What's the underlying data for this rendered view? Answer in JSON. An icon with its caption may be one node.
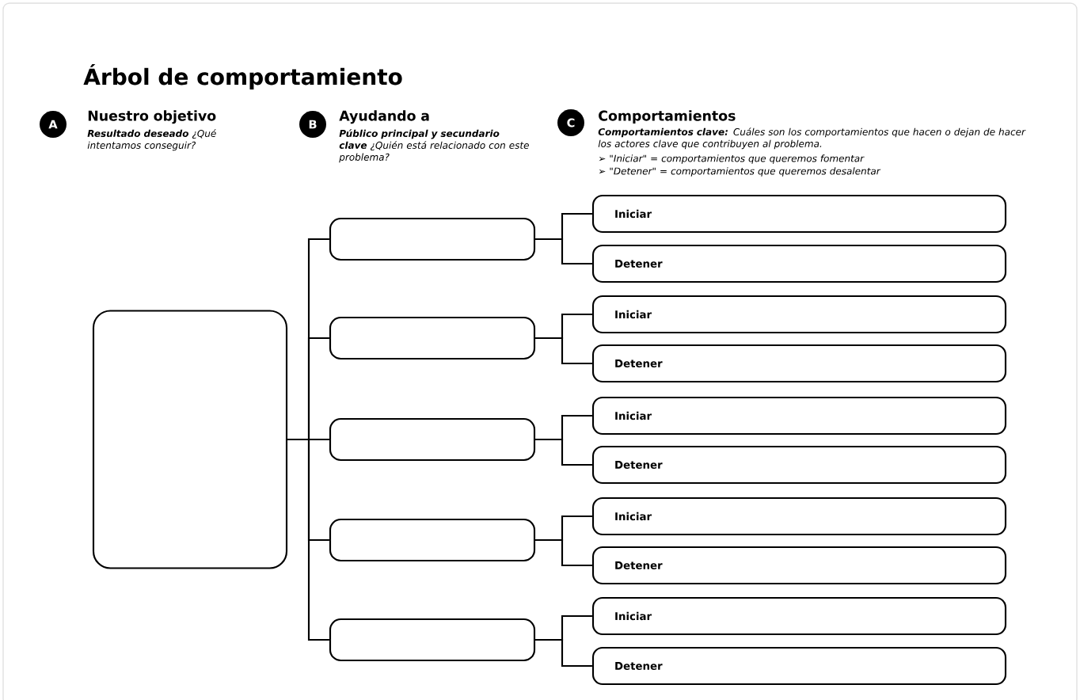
{
  "diagram": {
    "title": "Árbol de comportamiento",
    "nodes": [
      {
        "text": [
          "A"
        ],
        "beside": [
          "Nuestro objetivo",
          "**Resultado deseado** ¿Qué intentamos conseguir?"
        ]
      },
      {
        "text": [
          "B"
        ],
        "beside": [
          "Ayudando a",
          "**Público principal y secundario clave** ¿Quién está relacionado con este problema?"
        ]
      },
      {
        "text": [
          "C"
        ],
        "beside": [
          "Comportamientos",
          "**Comportamientos clave:** Cuáles son los comportamientos que hacen o dejan de hacer los actores clave que contribuyen al problema.",
          "➢ \"Iniciar\" = comportamientos que queremos fomentar",
          "➢ \"Detener\" = comportamientos que queremos desalentar"
        ]
      },
      {
        "text": [],
        "shape": "box"
      },
      {
        "text": [],
        "shape": "box"
      },
      {
        "text": [],
        "shape": "box"
      },
      {
        "text": [],
        "shape": "box"
      },
      {
        "text": [],
        "shape": "box"
      },
      {
        "text": [],
        "shape": "box"
      },
      {
        "text": [
          "Iniciar"
        ]
      },
      {
        "text": [
          "Detener"
        ]
      },
      {
        "text": [
          "Iniciar"
        ]
      },
      {
        "text": [
          "Detener"
        ]
      },
      {
        "text": [
          "Iniciar"
        ]
      },
      {
        "text": [
          "Detener"
        ]
      },
      {
        "text": [
          "Iniciar"
        ]
      },
      {
        "text": [
          "Detener"
        ]
      },
      {
        "text": [
          "Iniciar"
        ]
      },
      {
        "text": [
          "Detener"
        ]
      }
    ],
    "edges": [
      {
        "from": 3,
        "to": 4,
        "arrow": "none"
      },
      {
        "from": 3,
        "to": 5,
        "arrow": "none"
      },
      {
        "from": 3,
        "to": 6,
        "arrow": "none"
      },
      {
        "from": 3,
        "to": 7,
        "arrow": "none"
      },
      {
        "from": 3,
        "to": 8,
        "arrow": "none"
      },
      {
        "from": 4,
        "to": 9,
        "arrow": "none"
      },
      {
        "from": 4,
        "to": 10,
        "arrow": "none"
      },
      {
        "from": 5,
        "to": 11,
        "arrow": "none"
      },
      {
        "from": 5,
        "to": 12,
        "arrow": "none"
      },
      {
        "from": 6,
        "to": 13,
        "arrow": "none"
      },
      {
        "from": 6,
        "to": 14,
        "arrow": "none"
      },
      {
        "from": 7,
        "to": 15,
        "arrow": "none"
      },
      {
        "from": 7,
        "to": 16,
        "arrow": "none"
      },
      {
        "from": 8,
        "to": 17,
        "arrow": "none"
      },
      {
        "from": 8,
        "to": 18,
        "arrow": "none"
      }
    ]
  }
}
